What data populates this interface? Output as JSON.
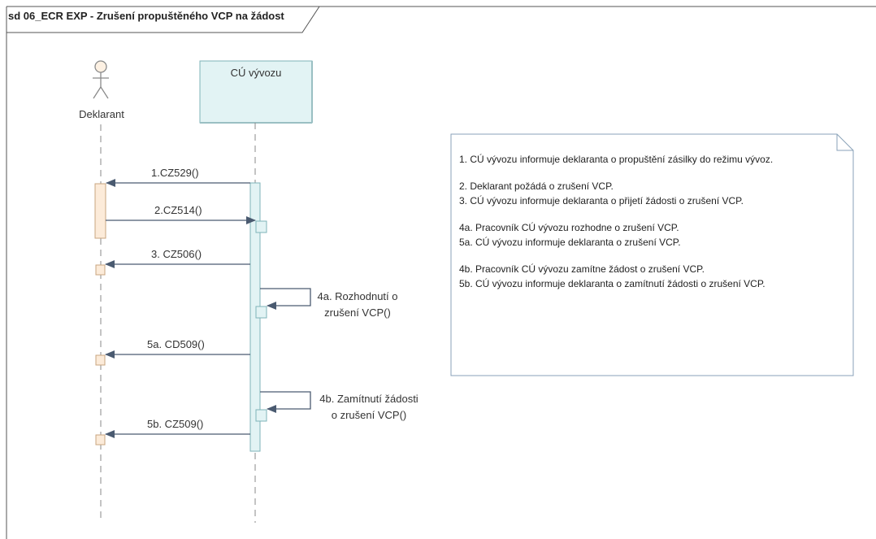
{
  "frame": {
    "title": "sd 06_ECR EXP - Zrušení propuštěného VCP na žádost"
  },
  "participants": {
    "actor": {
      "label": "Deklarant"
    },
    "lifeline": {
      "label": "CÚ vývozu"
    }
  },
  "messages": {
    "m1": "1.CZ529()",
    "m2": "2.CZ514()",
    "m3": "3. CZ506()",
    "m4a_line1": "4a. Rozhodnutí o",
    "m4a_line2": "zrušení VCP()",
    "m5a": "5a. CD509()",
    "m4b_line1": "4b. Zamítnutí žádosti",
    "m4b_line2": "o zrušení VCP()",
    "m5b": "5b. CZ509()"
  },
  "note": {
    "lines": [
      "1. CÚ vývozu informuje deklaranta o propuštění zásilky do režimu vývoz.",
      "2. Deklarant požádá o zrušení VCP.",
      "3. CÚ vývozu informuje deklaranta o přijetí žádosti o zrušení VCP.",
      "4a. Pracovník CÚ vývozu rozhodne o zrušení VCP.",
      "5a. CÚ vývozu informuje deklaranta o zrušení VCP.",
      "4b. Pracovník CÚ vývozu zamítne žádost o zrušení VCP.",
      "5b. CÚ vývozu informuje deklaranta o zamítnutí žádosti o zrušení VCP."
    ]
  },
  "colors": {
    "frame": "#555555",
    "lifeline_box_fill": "#e2f3f4",
    "lifeline_box_stroke": "#7fb3b8",
    "activation_actor_fill": "#fcebd9",
    "activation_actor_stroke": "#c8a57f",
    "activation_lifeline_fill": "#e2f3f4",
    "arrow": "#4a5a70",
    "note_stroke": "#8aa2b8"
  }
}
